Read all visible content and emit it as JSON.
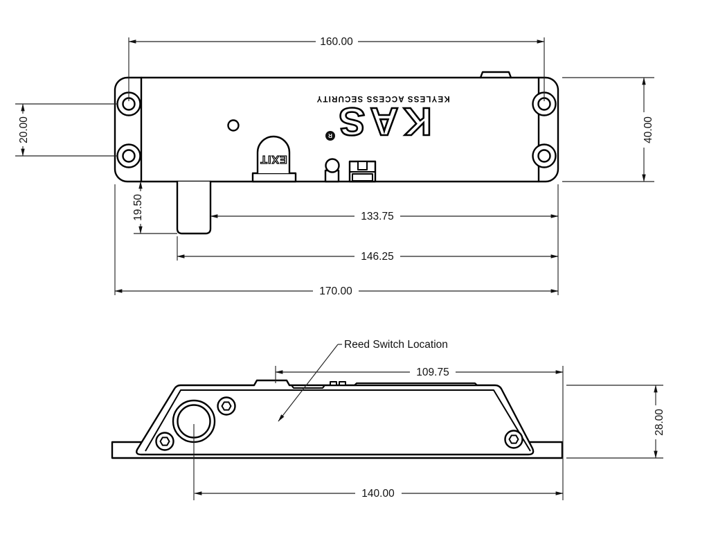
{
  "colors": {
    "background": "#ffffff",
    "outline": "#000000",
    "dimension": "#222222"
  },
  "branding": {
    "logo": "KAS",
    "registered_mark": "R",
    "tagline": "KEYLESS ACCESS SECURITY",
    "exit_button": "EXIT"
  },
  "top_view": {
    "dim_hole_span": "160.00",
    "dim_hole_gap": "20.00",
    "dim_body_height": "40.00",
    "dim_latch_depth": "19.50",
    "dim_latch_inner_to_end": "133.75",
    "dim_latch_outer_to_end": "146.25",
    "dim_total_length": "170.00"
  },
  "side_view": {
    "dim_reed_span": "109.75",
    "dim_height": "28.00",
    "dim_cylinder_to_end": "140.00",
    "annotation_reed": "Reed Switch Location"
  }
}
